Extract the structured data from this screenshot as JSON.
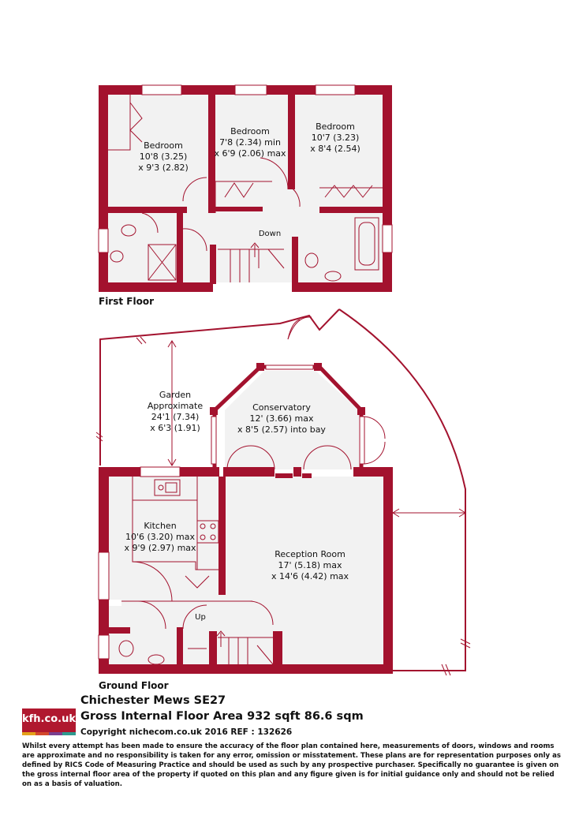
{
  "first_floor": {
    "label": "First Floor",
    "rooms": {
      "bedroom1": [
        "Bedroom",
        "10'8 (3.25)",
        "x 9'3 (2.82)"
      ],
      "bedroom2": [
        "Bedroom",
        "7'8 (2.34) min",
        "x 6'9 (2.06) max"
      ],
      "bedroom3": [
        "Bedroom",
        "10'7 (3.23)",
        "x 8'4 (2.54)"
      ]
    },
    "stairs_label": "Down"
  },
  "ground_floor": {
    "label": "Ground Floor",
    "rooms": {
      "garden": [
        "Garden",
        "Approximate",
        "24'1 (7.34)",
        "x 6'3 (1.91)"
      ],
      "conservatory": [
        "Conservatory",
        "12' (3.66) max",
        "x 8'5 (2.57) into bay"
      ],
      "kitchen": [
        "Kitchen",
        "10'6 (3.20) max",
        "x 9'9 (2.97) max"
      ],
      "reception": [
        "Reception Room",
        "17' (5.18) max",
        "x 14'6 (4.42) max"
      ]
    },
    "stairs_label": "Up"
  },
  "footer": {
    "logo_text": "kfh.co.uk",
    "address": "Chichester Mews  SE27",
    "area": "Gross Internal Floor Area 932 sqft 86.6 sqm",
    "copyright": "Copyright nichecom.co.uk 2016 REF : 132626",
    "disclaimer": "Whilst every attempt has been made to ensure the accuracy of the floor plan contained here, measurements of doors, windows and rooms are approximate and no responsibility is taken for any error, omission or misstatement.  These plans are for representation purposes only as defined by RICS Code of Measuring Practice and should be used as such by any prospective purchaser.  Specifically no guarantee is given on the gross internal floor area of the property if quoted on this plan and any figure given is for initial guidance only and should not be relied on as a basis of valuation."
  },
  "colors": {
    "wall": "#a3122e",
    "floor": "#f2f2f2",
    "line": "#a3122e",
    "logo_bg": "#b0182f",
    "logo_stripes": [
      "#e4a11b",
      "#d2482c",
      "#7a3f8f",
      "#2f9a8f"
    ]
  }
}
